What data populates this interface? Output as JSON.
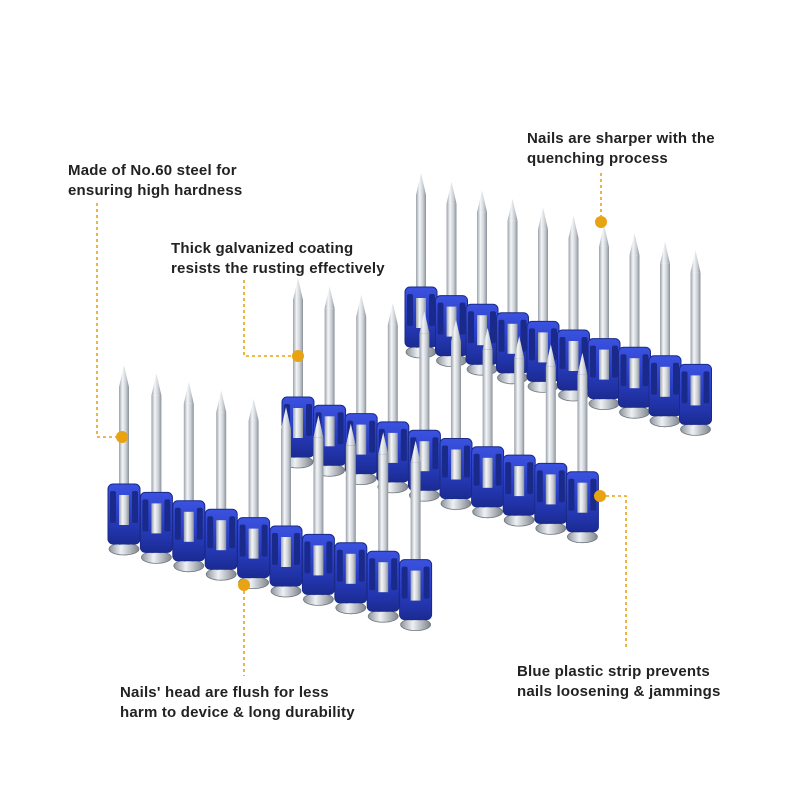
{
  "callouts": {
    "steel": {
      "line1": "Made of No.60 steel for",
      "line2": "ensuring high hardness"
    },
    "coating": {
      "line1": "Thick galvanized coating",
      "line2": "resists the rusting effectively"
    },
    "sharp": {
      "line1": "Nails are sharper with the",
      "line2": "quenching process"
    },
    "head": {
      "line1": "Nails' head are flush for less",
      "line2": "harm to device & long durability"
    },
    "strip": {
      "line1": "Blue plastic strip prevents",
      "line2": "nails loosening & jammings"
    }
  },
  "colors": {
    "strip_blue": "#2b3fc4",
    "strip_dark": "#1a2a8a",
    "nail_steel": "#d6dadf",
    "accent_orange": "#e8a312",
    "text": "#222222"
  },
  "strips": [
    {
      "name": "back",
      "nail_count": 10
    },
    {
      "name": "middle",
      "nail_count": 10
    },
    {
      "name": "front",
      "nail_count": 10
    }
  ]
}
